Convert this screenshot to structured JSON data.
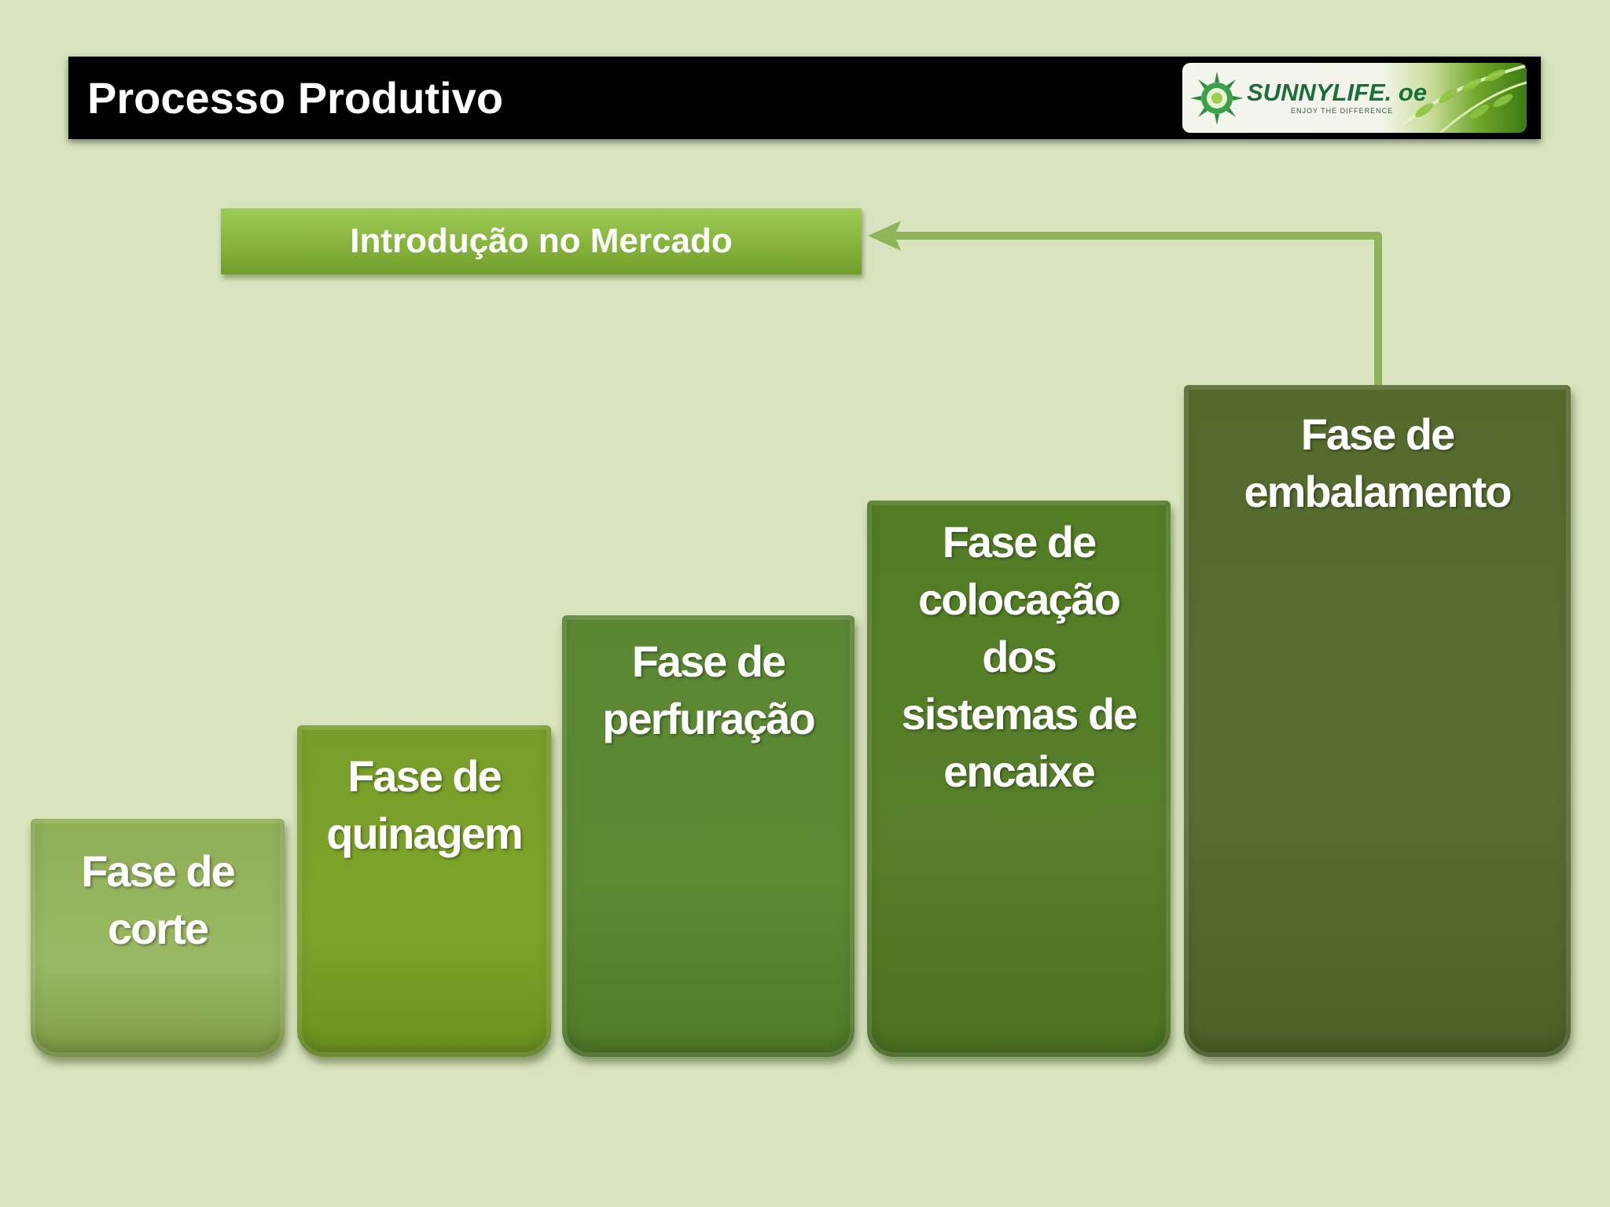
{
  "header": {
    "title": "Processo Produtivo",
    "logo": {
      "brand": "SUNNYLIFE. oe",
      "tagline": "ENJOY THE DIFFERENCE",
      "icon": "sun-logo-icon"
    }
  },
  "diagram": {
    "target_box": "Introdução no Mercado",
    "steps": [
      {
        "label": "Fase de corte"
      },
      {
        "label": "Fase de quinagem"
      },
      {
        "label": "Fase de perfuração"
      },
      {
        "label": "Fase de colocação dos sistemas de encaixe"
      },
      {
        "label": "Fase de embalamento"
      }
    ],
    "arrow_icon": "arrow-left-icon"
  },
  "colors": {
    "background": "#d8e4bd",
    "title_bar": "#000000",
    "market_box": "#86b43c",
    "arrow": "#8fb55a",
    "step_1": "#9bb964",
    "step_2": "#7ea42a",
    "step_3": "#5d8a33",
    "step_4": "#577f2b",
    "step_5": "#5a6e33"
  }
}
